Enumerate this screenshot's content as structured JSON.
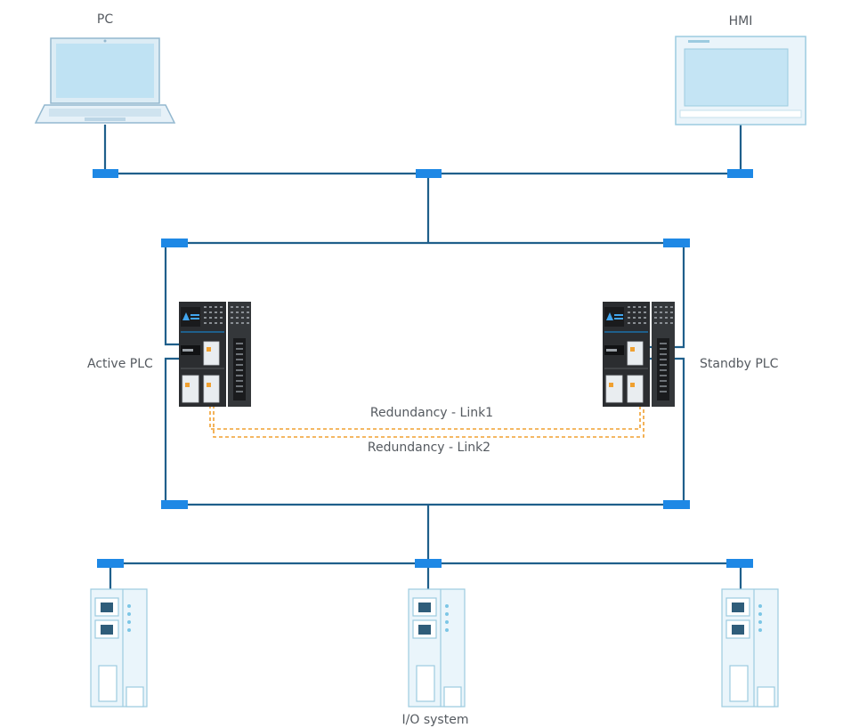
{
  "labels": {
    "pc": "PC",
    "hmi": "HMI",
    "active_plc": "Active PLC",
    "standby_plc": "Standby PLC",
    "link1": "Redundancy - Link1",
    "link2": "Redundancy - Link2",
    "io_system": "I/O system"
  },
  "colors": {
    "network_line": "#1f5f8b",
    "switch_node": "#1e88e5",
    "redundancy_link": "#f0a030",
    "device_outline": "#9ccbe0",
    "device_fill": "#eaf5fb",
    "plc_body": "#2b2d30"
  }
}
